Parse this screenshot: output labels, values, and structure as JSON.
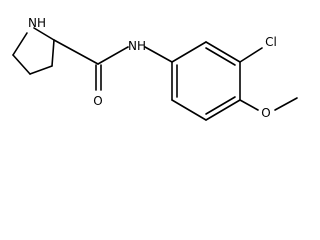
{
  "molecule": {
    "atom_labels": {
      "pyrrolidine_nh": "NH",
      "amide_nh": "NH",
      "amide_o": "O",
      "chloro": "Cl",
      "methoxy_o": "O"
    },
    "colors": {
      "bond": "#000000",
      "label": "#000000",
      "background": "#ffffff"
    }
  }
}
